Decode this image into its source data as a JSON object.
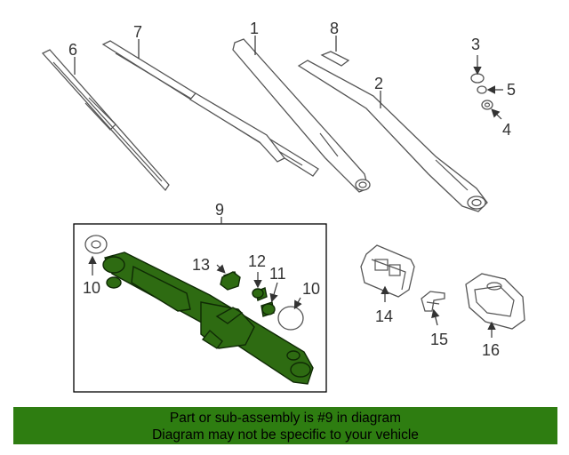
{
  "callouts": {
    "c1": "1",
    "c2": "2",
    "c3": "3",
    "c4": "4",
    "c5": "5",
    "c6": "6",
    "c7": "7",
    "c8": "8",
    "c9": "9",
    "c10a": "10",
    "c10b": "10",
    "c11": "11",
    "c12": "12",
    "c13": "13",
    "c14": "14",
    "c15": "15",
    "c16": "16"
  },
  "banner": {
    "line1": "Part or sub-assembly is #9 in diagram",
    "line2": "Diagram may not be specific to your vehicle"
  },
  "colors": {
    "highlight": "#2e6b12",
    "banner_bg": "#2e7d11"
  }
}
